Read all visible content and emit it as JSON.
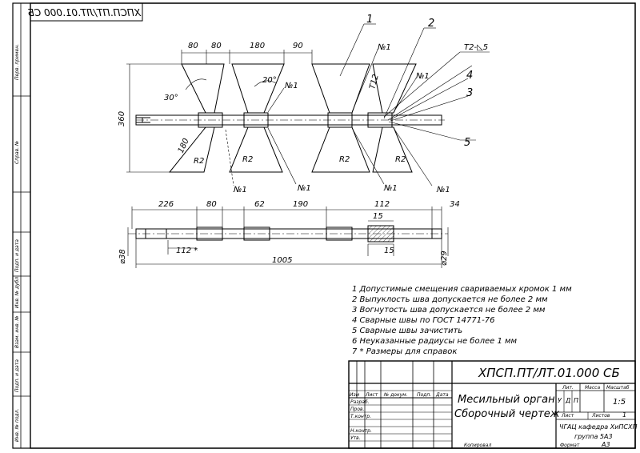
{
  "stamp_code_mirrored": "ХПСП.ПТ/ЛТ.01.000 СБ",
  "side_cells": [
    "Перв. примен.",
    "Справ. №",
    "Подп. и дата",
    "Инв. № дубл.",
    "Взам. инв. №",
    "Подп. и дата",
    "Инв. № подл."
  ],
  "top_view": {
    "dims": [
      "80",
      "80",
      "180",
      "90",
      "360",
      "180",
      "R2",
      "R2",
      "R2",
      "R2",
      "30°",
      "20°"
    ],
    "weld_marks": [
      "№1",
      "№1",
      "№1",
      "№1",
      "№1",
      "№1",
      "№1"
    ],
    "weld_symbol": "T2-◺5",
    "callouts": [
      "1",
      "2",
      "3",
      "4",
      "5"
    ],
    "dim_t": "Т12"
  },
  "side_view": {
    "dims": [
      "226",
      "80",
      "62",
      "190",
      "112",
      "34",
      "15",
      "15",
      "112 *",
      "1005",
      "⌀38",
      "⌀29"
    ]
  },
  "notes": [
    "1 Допустимые смещения свариваемых кромок 1 мм",
    "2 Выпуклость шва допускается не более 2 мм",
    "3 Вогнутость шва допускается не более 2 мм",
    "4 Сварные швы по ГОСТ 14771-76",
    "5 Сварные швы зачистить",
    "6 Неуказанные радиусы не более 1 мм",
    "7 * Размеры для справок"
  ],
  "title_block": {
    "code": "ХПСП.ПТ/ЛТ.01.000 СБ",
    "name_line1": "Месильный орган",
    "name_line2": "Сборочный чертеж",
    "col_headers": [
      "Изм",
      "Лист",
      "№ докум.",
      "Подп.",
      "Дата"
    ],
    "roles": [
      "Разраб.",
      "Пров.",
      "Т.контр.",
      "",
      "Н.контр.",
      "Утв."
    ],
    "lit_header": "Лит.",
    "mass_header": "Масса",
    "scale_header": "Масштаб",
    "lit_values": [
      "У",
      "Д",
      "П"
    ],
    "scale_value": "1:5",
    "sheet_label": "Лист",
    "sheets_label": "Листов",
    "sheets_value": "1",
    "org_line1": "ЧГАЦ кафедра ХиПСХП",
    "org_line2": "группа 5А3",
    "kopiroval": "Копировал",
    "format_label": "Формат",
    "format_value": "А3"
  }
}
